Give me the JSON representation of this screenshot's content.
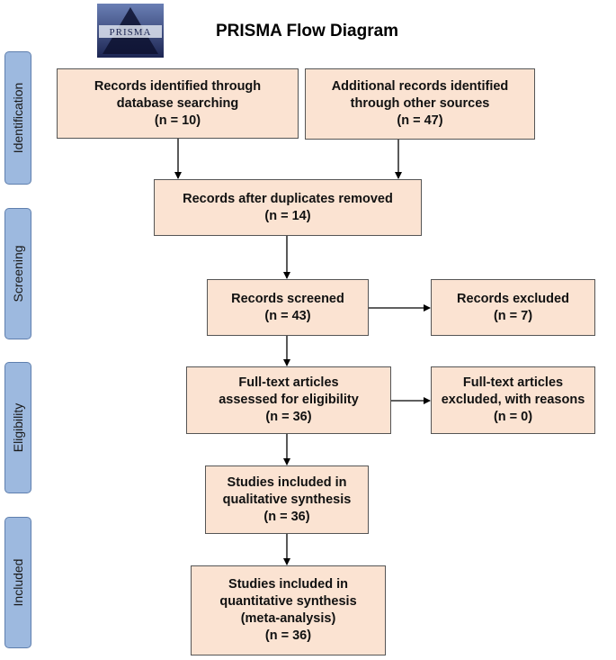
{
  "title": "PRISMA Flow Diagram",
  "logo": {
    "text": "PRISMA",
    "icon": "prisma-logo-icon"
  },
  "colors": {
    "box_fill": "#fbe3d2",
    "box_border": "#555555",
    "stage_fill": "#9db9df",
    "stage_border": "#5f7fae"
  },
  "stages": {
    "identification": "Identification",
    "screening": "Screening",
    "eligibility": "Eligibility",
    "included": "Included"
  },
  "boxes": {
    "database": {
      "line1": "Records identified through",
      "line2": "database searching",
      "count": "(n = 10)"
    },
    "other_sources": {
      "line1": "Additional records identified",
      "line2": "through other sources",
      "count": "(n = 47)"
    },
    "duplicates_removed": {
      "line1": "Records after duplicates removed",
      "count": "(n = 14)"
    },
    "screened": {
      "line1": "Records screened",
      "count": "(n =  43)"
    },
    "excluded": {
      "line1": "Records excluded",
      "count": "(n = 7)"
    },
    "fulltext_assessed": {
      "line1": "Full-text articles",
      "line2": "assessed for eligibility",
      "count": "(n = 36)"
    },
    "fulltext_excluded": {
      "line1": "Full-text articles",
      "line2": "excluded, with reasons",
      "count": "(n =  0)"
    },
    "qualitative": {
      "line1": "Studies included in",
      "line2": "qualitative synthesis",
      "count": "(n = 36)"
    },
    "quantitative": {
      "line1": "Studies included in",
      "line2": "quantitative synthesis",
      "line3": "(meta-analysis)",
      "count": "(n = 36)"
    }
  }
}
